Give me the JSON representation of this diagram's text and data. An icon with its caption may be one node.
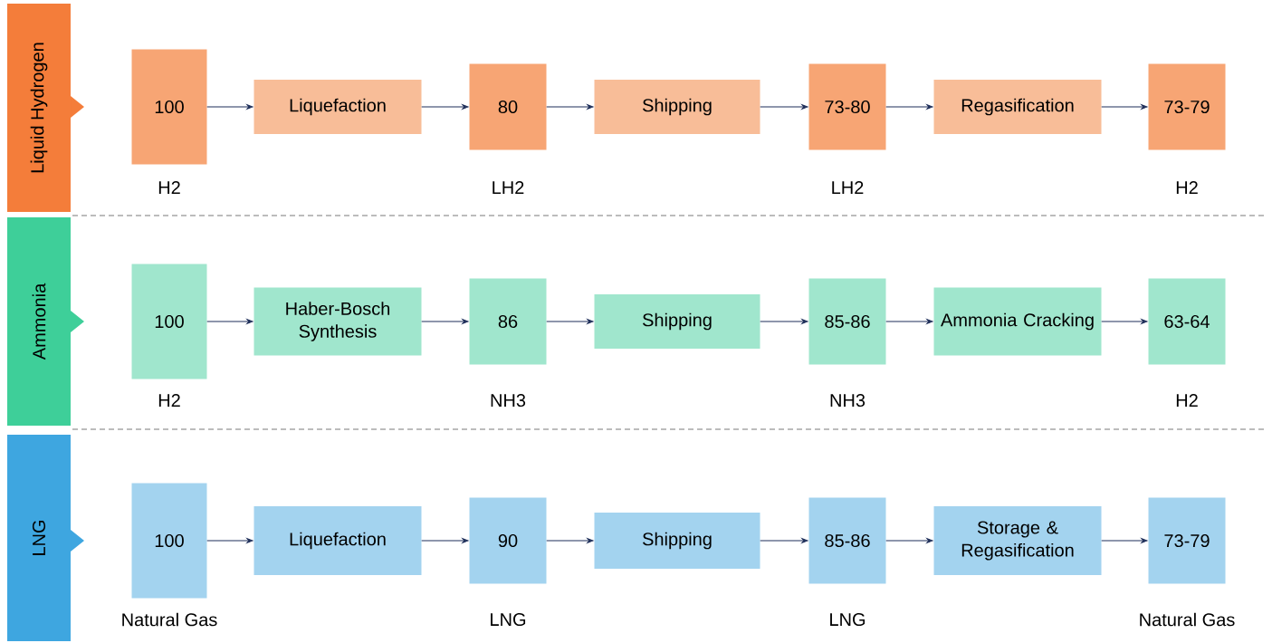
{
  "diagram": {
    "nodes": [
      {
        "text": [
          "Liquid Hydrogen"
        ]
      },
      {
        "text": [
          "100"
        ],
        "beside": [
          "H2"
        ]
      },
      {
        "text": [
          "Liquefaction"
        ]
      },
      {
        "text": [
          "80"
        ],
        "beside": [
          "LH2"
        ]
      },
      {
        "text": [
          "Shipping"
        ]
      },
      {
        "text": [
          "73-80"
        ],
        "beside": [
          "LH2"
        ]
      },
      {
        "text": [
          "Regasification"
        ]
      },
      {
        "text": [
          "73-79"
        ],
        "beside": [
          "H2"
        ]
      },
      {
        "text": [
          "Ammonia"
        ]
      },
      {
        "text": [
          "100"
        ],
        "beside": [
          "H2"
        ]
      },
      {
        "text": [
          "Haber-Bosch Synthesis"
        ]
      },
      {
        "text": [
          "86"
        ],
        "beside": [
          "NH3"
        ]
      },
      {
        "text": [
          "Shipping"
        ]
      },
      {
        "text": [
          "85-86"
        ],
        "beside": [
          "NH3"
        ]
      },
      {
        "text": [
          "Ammonia Cracking"
        ]
      },
      {
        "text": [
          "63-64"
        ],
        "beside": [
          "H2"
        ]
      },
      {
        "text": [
          "LNG"
        ]
      },
      {
        "text": [
          "100"
        ],
        "beside": [
          "Natural Gas"
        ]
      },
      {
        "text": [
          "Liquefaction"
        ]
      },
      {
        "text": [
          "90"
        ],
        "beside": [
          "LNG"
        ]
      },
      {
        "text": [
          "Shipping"
        ]
      },
      {
        "text": [
          "85-86"
        ],
        "beside": [
          "LNG"
        ]
      },
      {
        "text": [
          "Storage & Regasification"
        ]
      },
      {
        "text": [
          "73-79"
        ],
        "beside": [
          "Natural Gas"
        ]
      }
    ],
    "edges": [
      {
        "from": 1,
        "to": 2,
        "arrow": "to"
      },
      {
        "from": 2,
        "to": 3,
        "arrow": "to"
      },
      {
        "from": 3,
        "to": 4,
        "arrow": "to"
      },
      {
        "from": 4,
        "to": 5,
        "arrow": "to"
      },
      {
        "from": 5,
        "to": 6,
        "arrow": "to"
      },
      {
        "from": 6,
        "to": 7,
        "arrow": "to"
      },
      {
        "from": 9,
        "to": 10,
        "arrow": "to"
      },
      {
        "from": 10,
        "to": 11,
        "arrow": "to"
      },
      {
        "from": 11,
        "to": 12,
        "arrow": "to"
      },
      {
        "from": 12,
        "to": 13,
        "arrow": "to"
      },
      {
        "from": 13,
        "to": 14,
        "arrow": "to"
      },
      {
        "from": 14,
        "to": 15,
        "arrow": "to"
      },
      {
        "from": 17,
        "to": 18,
        "arrow": "to"
      },
      {
        "from": 18,
        "to": 19,
        "arrow": "to"
      },
      {
        "from": 19,
        "to": 20,
        "arrow": "to"
      },
      {
        "from": 20,
        "to": 21,
        "arrow": "to"
      },
      {
        "from": 21,
        "to": 22,
        "arrow": "to"
      },
      {
        "from": 22,
        "to": 23,
        "arrow": "to"
      }
    ]
  }
}
